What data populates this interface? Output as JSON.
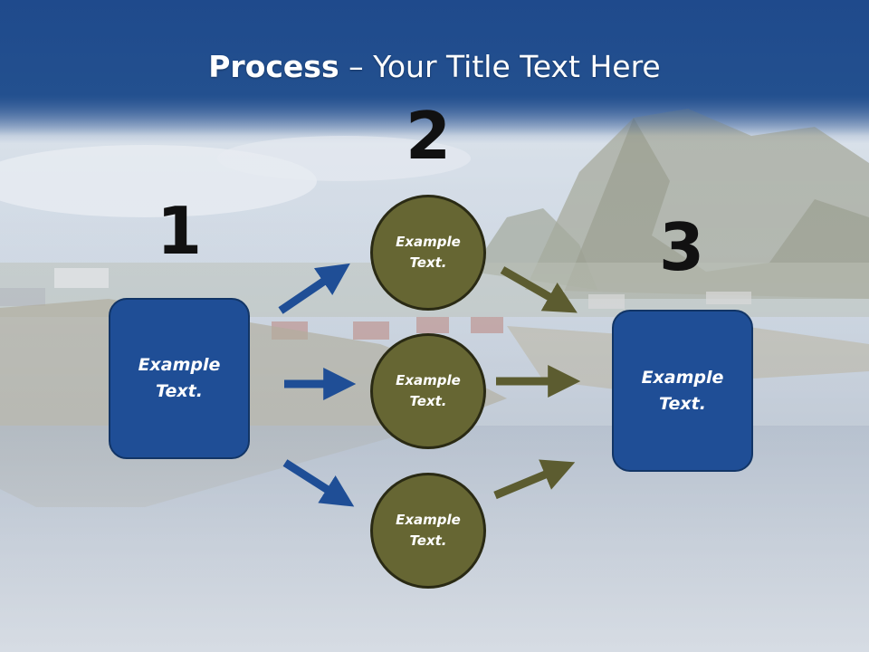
{
  "slide": {
    "title_bold": "Process",
    "title_dash": "–",
    "title_rest": "Your Title Text Here"
  },
  "steps": {
    "one": "1",
    "two": "2",
    "three": "3"
  },
  "nodes": {
    "left_box": "Example\nText.",
    "circle_top": "Example\nText.",
    "circle_middle": "Example\nText.",
    "circle_bottom": "Example\nText.",
    "right_box": "Example\nText."
  },
  "colors": {
    "header_band": "#1f4a8c",
    "box_fill": "#1f4e96",
    "circle_fill": "#666633",
    "arrow_blue": "#1f4e96",
    "arrow_olive": "#5c5c30"
  }
}
